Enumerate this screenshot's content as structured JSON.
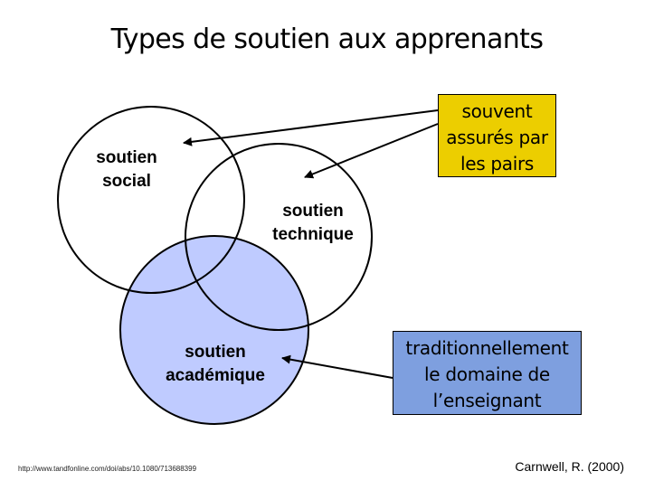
{
  "title": "Types de soutien aux apprenants",
  "circles": {
    "social": {
      "line1": "soutien",
      "line2": "social"
    },
    "technique": {
      "line1": "soutien",
      "line2": "technique"
    },
    "academique": {
      "line1": "soutien",
      "line2": "académique",
      "fill": "#bfcbff"
    }
  },
  "callouts": {
    "peers": {
      "lines": [
        "souvent",
        "assurés par",
        "les pairs"
      ],
      "fill": "#ecce00"
    },
    "teacher": {
      "lines": [
        "traditionnellement",
        "le domaine de",
        "l’enseignant"
      ],
      "fill": "#7e9fdf"
    }
  },
  "footer": {
    "url": "http://www.tandfonline.com/doi/abs/10.1080/713688399",
    "citation": "Carnwell, R. (2000)"
  }
}
